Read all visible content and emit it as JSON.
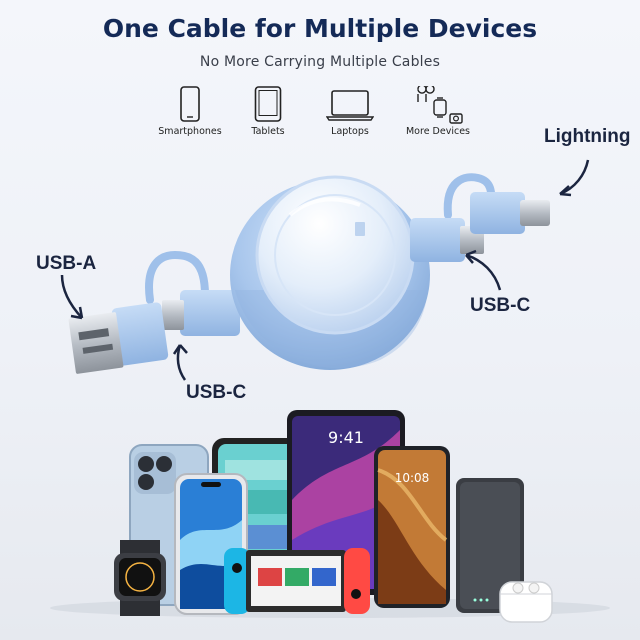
{
  "header": {
    "title": "One Cable for Multiple Devices",
    "subtitle": "No More Carrying Multiple Cables"
  },
  "devices": [
    {
      "label": "Smartphones",
      "icon": "smartphone-icon"
    },
    {
      "label": "Tablets",
      "icon": "tablet-icon"
    },
    {
      "label": "Laptops",
      "icon": "laptop-icon"
    },
    {
      "label": "More Devices",
      "icon": "more-devices-icon"
    }
  ],
  "callouts": {
    "lightning": "Lightning",
    "usb_a": "USB-A",
    "usb_c_right": "USB-C",
    "usb_c_left": "USB-C"
  },
  "phone_screen": {
    "time_tablet": "9:41",
    "time_phone": "10:08"
  },
  "colors": {
    "title": "#142a57",
    "cable_blue": "#a9c8ee",
    "cable_blue_dark": "#7ea6d8",
    "background": "#eef1f7"
  }
}
